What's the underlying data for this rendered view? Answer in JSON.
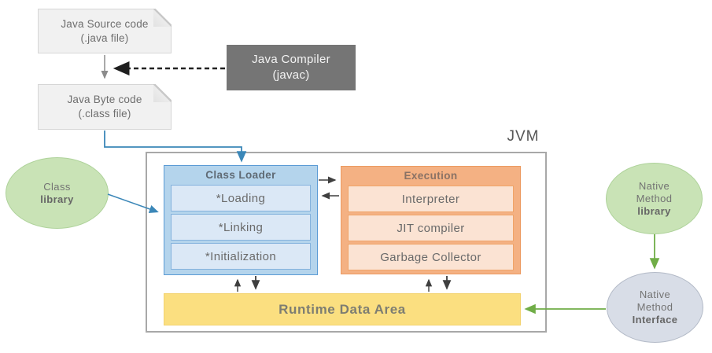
{
  "source_file": {
    "line1": "Java Source code",
    "line2": "(.java file)"
  },
  "compiler": {
    "line1": "Java Compiler",
    "line2": "(javac)"
  },
  "bytecode_file": {
    "line1": "Java Byte code",
    "line2": "(.class file)"
  },
  "class_library": {
    "line1": "Class",
    "line2": "library"
  },
  "jvm_label": "JVM",
  "class_loader": {
    "title": "Class Loader",
    "items": [
      "*Loading",
      "*Linking",
      "*Initialization"
    ]
  },
  "execution": {
    "title": "Execution",
    "items": [
      "Interpreter",
      "JIT compiler",
      "Garbage Collector"
    ]
  },
  "runtime_data_area": "Runtime Data Area",
  "native_method_library": {
    "line1": "Native",
    "line2": "Method",
    "line3": "library"
  },
  "native_method_interface": {
    "line1": "Native",
    "line2": "Method",
    "line3": "Interface"
  },
  "colors": {
    "file_box_fill": "#f1f1f1",
    "compiler_fill": "#757575",
    "green_ellipse_fill": "#c9e3b6",
    "gray_ellipse_fill": "#d8dde7",
    "class_loader_fill": "#b4d4ec",
    "class_loader_sub_fill": "#dbe8f6",
    "class_loader_border": "#5b9bd5",
    "execution_fill": "#f4b183",
    "execution_sub_fill": "#fbe3d3",
    "runtime_fill": "#fbdf80",
    "arrow_blue": "#3b87b8",
    "arrow_green": "#70ad47",
    "arrow_dark": "#3f3f3f",
    "jvm_border": "#a8a8a8"
  }
}
